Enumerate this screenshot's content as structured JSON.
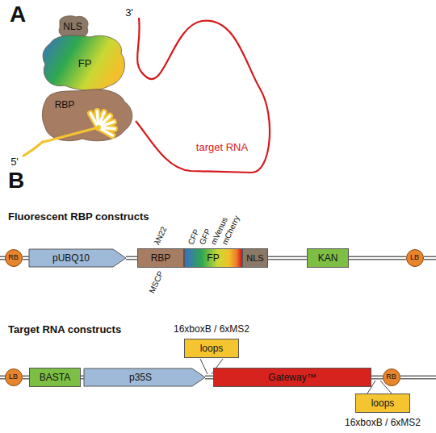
{
  "diagram": {
    "nodes": [
      {
        "text": [
          "NLS"
        ]
      },
      {
        "text": [
          "FP"
        ]
      },
      {
        "text": [
          "RBP"
        ]
      },
      {
        "text": [
          "RB"
        ]
      },
      {
        "text": [
          "pUBQ10"
        ]
      },
      {
        "text": [
          "RBP"
        ]
      },
      {
        "text": [
          "FP"
        ]
      },
      {
        "text": [
          "NLS"
        ]
      },
      {
        "text": [
          "KAN"
        ]
      },
      {
        "text": [
          "LB"
        ]
      },
      {
        "text": [
          "LB"
        ]
      },
      {
        "text": [
          "BASTA"
        ]
      },
      {
        "text": [
          "p35S"
        ]
      },
      {
        "text": [
          "Gateway™"
        ]
      },
      {
        "text": [
          "RB"
        ]
      },
      {
        "text": [
          "16xboxB / 6xMS2",
          "loops"
        ]
      },
      {
        "text": [
          "loops",
          "16xboxB / 6xMS2"
        ]
      }
    ],
    "edges": [
      {
        "from": 3,
        "to": 4,
        "arrow": "none"
      },
      {
        "from": 4,
        "to": 5,
        "arrow": "none"
      },
      {
        "from": 7,
        "to": 8,
        "arrow": "none"
      },
      {
        "from": 8,
        "to": 9,
        "arrow": "none"
      },
      {
        "from": 10,
        "to": 11,
        "arrow": "none"
      },
      {
        "from": 11,
        "to": 12,
        "arrow": "none"
      },
      {
        "from": 12,
        "to": 13,
        "arrow": "none"
      },
      {
        "from": 13,
        "to": 14,
        "arrow": "none"
      }
    ],
    "labels": [
      "A",
      "3'",
      "5'",
      "target RNA",
      "B",
      "Fluorescent RBP constructs",
      "λN22",
      "CFP",
      "GFP",
      "mVenus",
      "mCherry",
      "MSCP",
      "Target RNA constructs"
    ]
  }
}
